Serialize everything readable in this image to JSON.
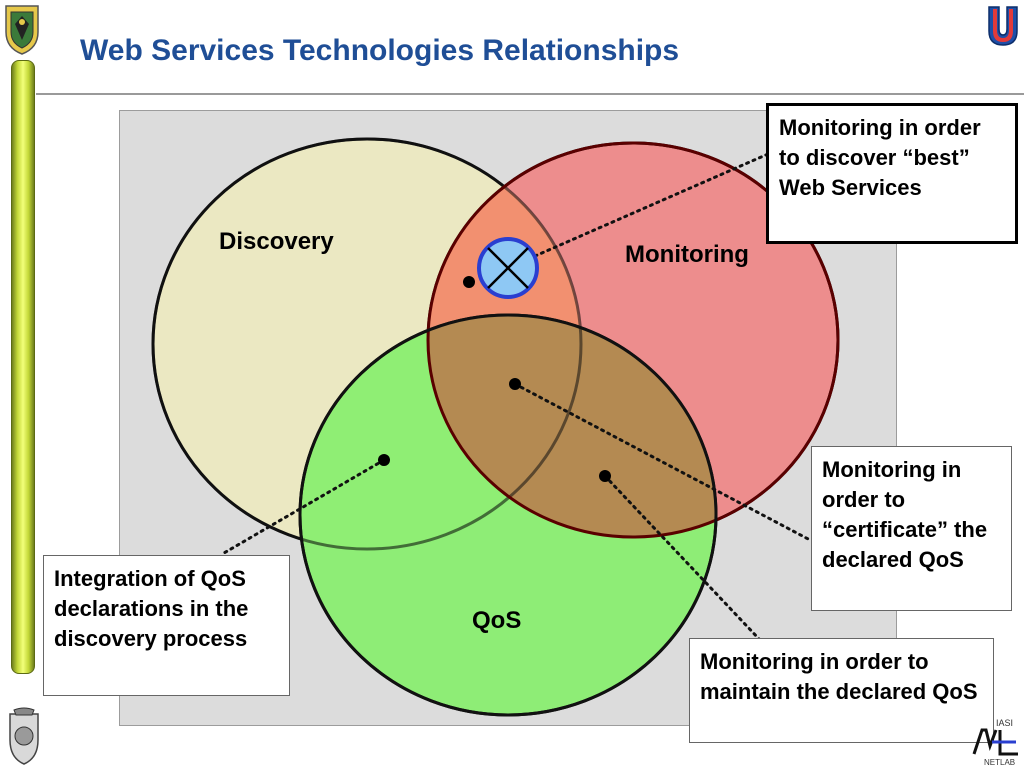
{
  "slide": {
    "title": "Web Services Technologies Relationships"
  },
  "circles": {
    "discovery": "Discovery",
    "monitoring": "Monitoring",
    "qos": "QoS"
  },
  "callouts": {
    "best_ws": "Monitoring in order to discover “best” Web Services",
    "certificate": "Monitoring in order to “certificate” the declared QoS",
    "integration": "Integration of QoS declarations in the discovery process",
    "maintain": "Monitoring in order to maintain the declared QoS"
  },
  "footer": {
    "institution": "IASI",
    "lab": "NETLAB"
  },
  "colors": {
    "title": "#1f4e96",
    "discovery_fill": "#ebe8c2",
    "monitoring_fill": "#ee8585",
    "qos_fill": "#8ff07c",
    "panel": "#dcdcdc"
  }
}
